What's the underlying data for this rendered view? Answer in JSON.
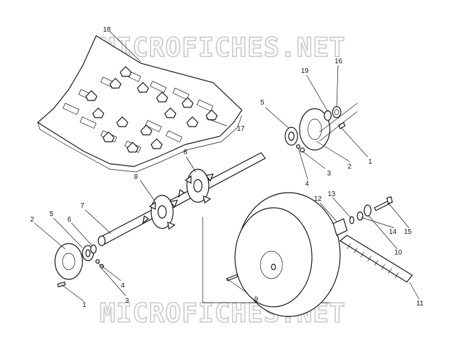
{
  "watermark": {
    "top": "MICROFICHES.NET",
    "bottom": "MICROFICHES.NET"
  },
  "callouts": {
    "c18": "18",
    "c17": "17",
    "c19": "19",
    "c16": "16",
    "c5r": "5",
    "c1r": "1",
    "c2r": "2",
    "c3r": "3",
    "c4r": "4",
    "c8a": "8",
    "c8b": "8",
    "c7": "7",
    "c2l": "2",
    "c5l": "5",
    "c6": "6",
    "c4l": "4",
    "c3l": "3",
    "c1l": "1",
    "c9": "9",
    "c12": "12",
    "c13": "13",
    "c14": "14",
    "c15": "15",
    "c10": "10",
    "c11": "11"
  },
  "colors": {
    "ink": "#111111",
    "watermark": "#c8c8c8",
    "paper": "#ffffff"
  }
}
